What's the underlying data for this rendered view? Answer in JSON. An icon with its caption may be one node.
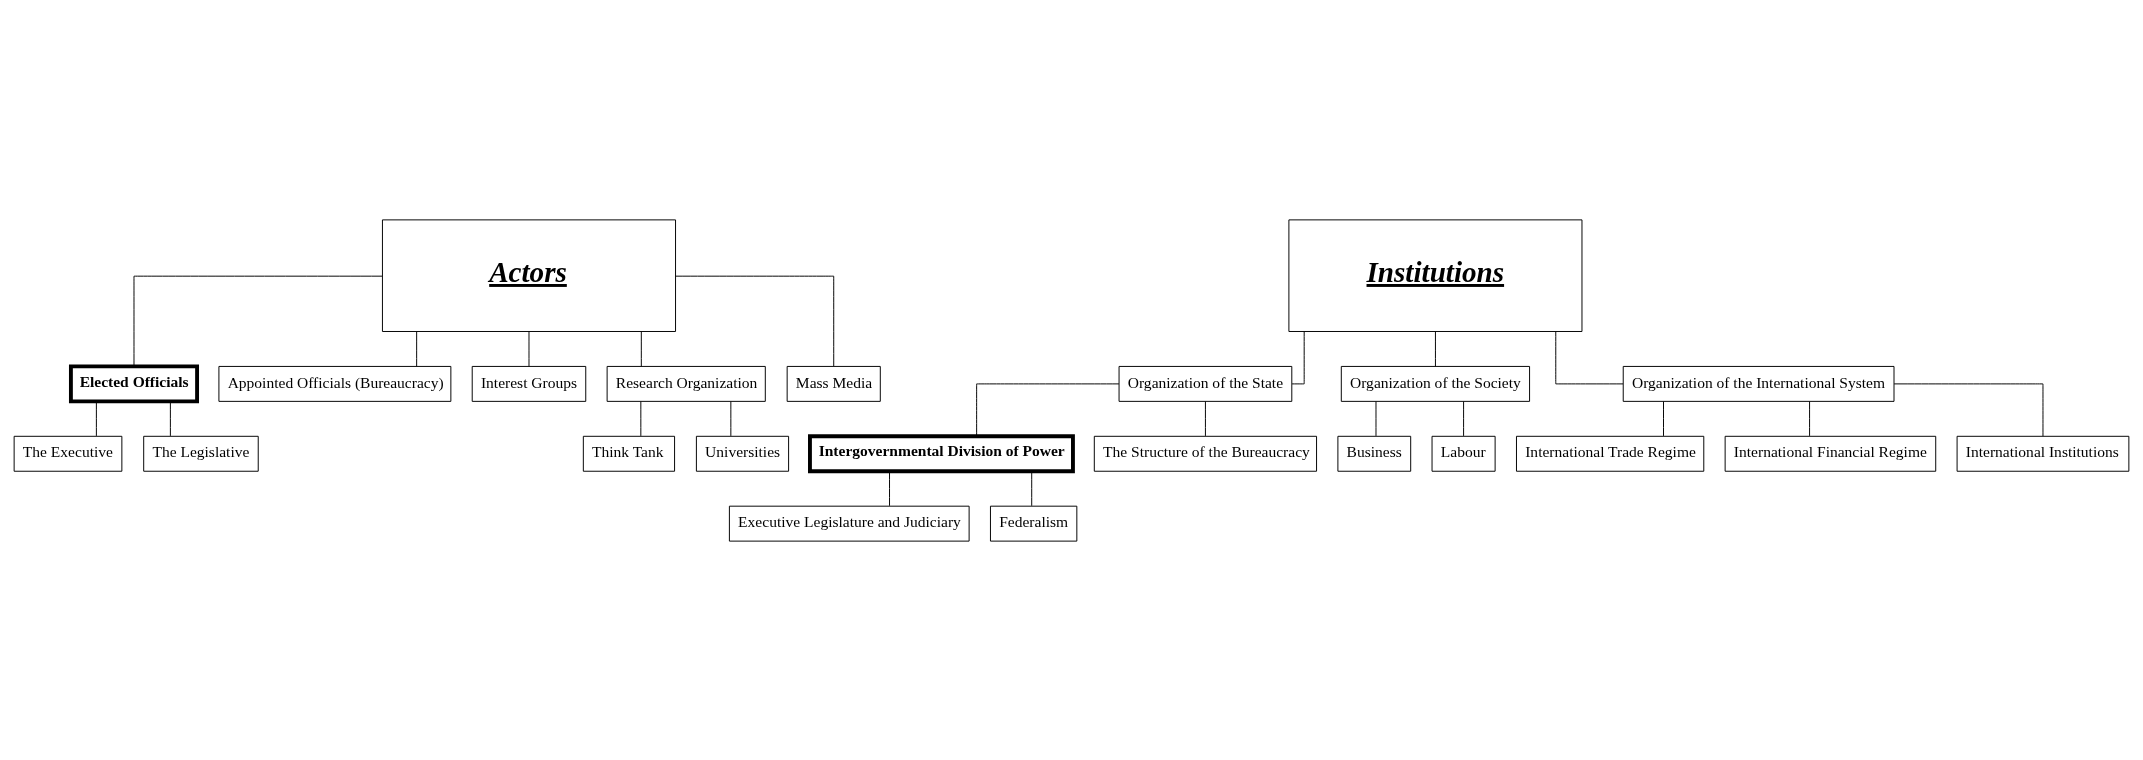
{
  "diagram": {
    "nodes": [
      {
        "text": [
          "Actors"
        ]
      },
      {
        "text": [
          "Elected Officials"
        ]
      },
      {
        "text": [
          "Appointed Officials (Bureaucracy)"
        ]
      },
      {
        "text": [
          "Interest Groups"
        ]
      },
      {
        "text": [
          "Research Organization"
        ]
      },
      {
        "text": [
          "Mass Media"
        ]
      },
      {
        "text": [
          "The Executive"
        ]
      },
      {
        "text": [
          "The Legislative"
        ]
      },
      {
        "text": [
          "Think Tank"
        ]
      },
      {
        "text": [
          "Universities"
        ]
      },
      {
        "text": [
          "Institutions"
        ]
      },
      {
        "text": [
          "Organization of the State"
        ]
      },
      {
        "text": [
          "Organization of the Society"
        ]
      },
      {
        "text": [
          "Organization of the International System"
        ]
      },
      {
        "text": [
          "Intergovernmental Division of Power"
        ]
      },
      {
        "text": [
          "The Structure of the Bureaucracy"
        ]
      },
      {
        "text": [
          "Business"
        ]
      },
      {
        "text": [
          "Labour"
        ]
      },
      {
        "text": [
          "International Trade Regime"
        ]
      },
      {
        "text": [
          "International Financial Regime"
        ]
      },
      {
        "text": [
          "International Institutions"
        ]
      },
      {
        "text": [
          "Executive Legislature and Judiciary"
        ]
      },
      {
        "text": [
          "Federalism"
        ]
      }
    ],
    "edges": [
      {
        "from": 0,
        "to": 1,
        "arrow": "none"
      },
      {
        "from": 0,
        "to": 4,
        "arrow": "none"
      },
      {
        "from": 0,
        "to": 2,
        "arrow": "none"
      },
      {
        "from": 0,
        "to": 5,
        "arrow": "none"
      },
      {
        "from": 0,
        "to": 3,
        "arrow": "none"
      },
      {
        "from": 1,
        "to": 6,
        "arrow": "none"
      },
      {
        "from": 1,
        "to": 7,
        "arrow": "none"
      },
      {
        "from": 4,
        "to": 8,
        "arrow": "none"
      },
      {
        "from": 4,
        "to": 9,
        "arrow": "none"
      },
      {
        "from": 10,
        "to": 11,
        "arrow": "none"
      },
      {
        "from": 10,
        "to": 12,
        "arrow": "none"
      },
      {
        "from": 10,
        "to": 13,
        "arrow": "none"
      },
      {
        "from": 11,
        "to": 14,
        "arrow": "none"
      },
      {
        "from": 11,
        "to": 15,
        "arrow": "none"
      },
      {
        "from": 14,
        "to": 21,
        "arrow": "none"
      },
      {
        "from": 14,
        "to": 22,
        "arrow": "none"
      },
      {
        "from": 12,
        "to": 16,
        "arrow": "none"
      },
      {
        "from": 12,
        "to": 17,
        "arrow": "none"
      },
      {
        "from": 13,
        "to": 18,
        "arrow": "none"
      },
      {
        "from": 13,
        "to": 19,
        "arrow": "none"
      },
      {
        "from": 13,
        "to": 20,
        "arrow": "none"
      }
    ]
  }
}
